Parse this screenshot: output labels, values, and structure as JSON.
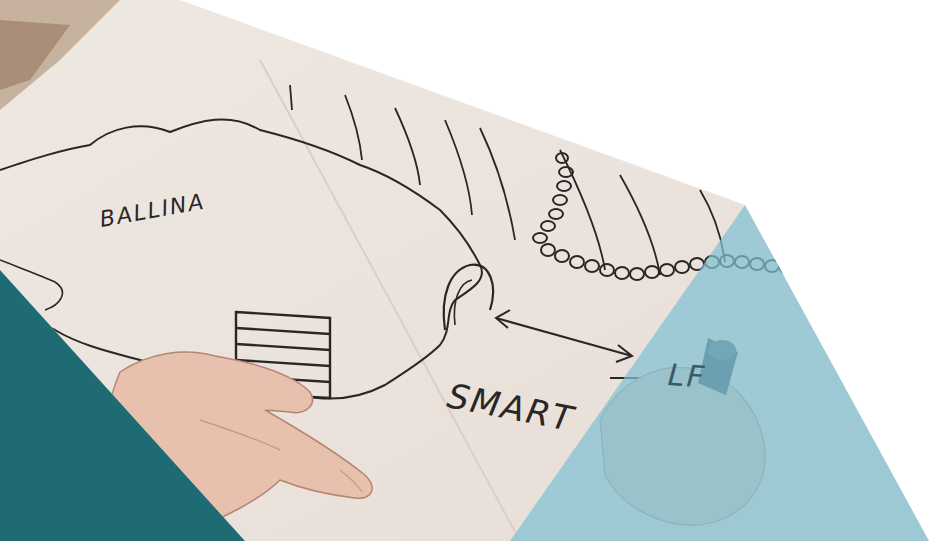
{
  "diagram": {
    "labels": [
      "BALLINA",
      "SMART",
      "LF"
    ]
  }
}
